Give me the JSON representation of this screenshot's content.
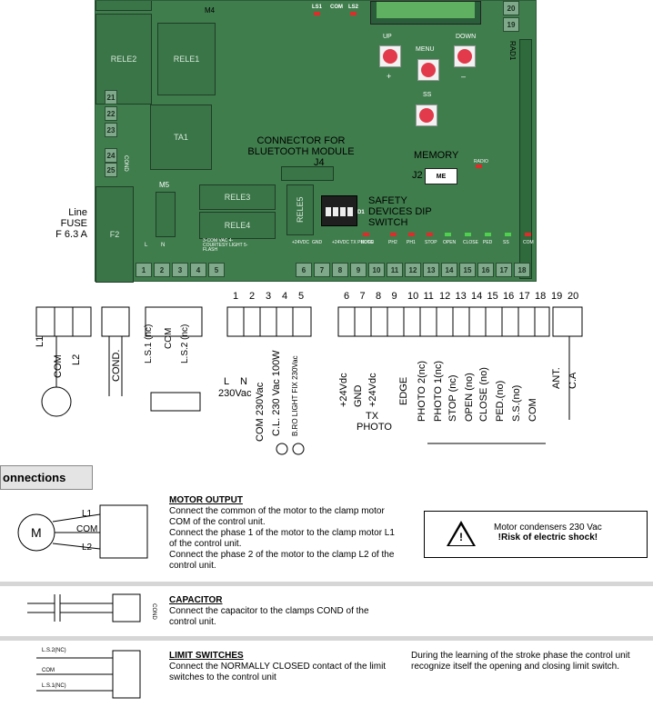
{
  "board": {
    "m4": "M4",
    "rele2": "RELE2",
    "rele1": "RELE1",
    "ta1": "TA1",
    "m5": "M5",
    "rele3": "RELE3",
    "rele4": "RELE4",
    "rele5": "RELE5",
    "f2": "F2",
    "cond": "COND",
    "rad1": "RAD1",
    "ls1": "LS1",
    "com": "COM",
    "ls2": "LS2",
    "up": "UP",
    "menu": "MENU",
    "down": "DOWN",
    "plus": "+",
    "minus": "–",
    "ss": "SS",
    "radio": "RADIO",
    "memory": "MEMORY",
    "j2": "J2",
    "me": "ME",
    "j4": "J4",
    "connector_title": "CONNECTOR FOR BLUETOOTH MODULE",
    "safety": "SAFETY DEVICES DIP SWITCH",
    "d1": "D1",
    "line_fuse": "Line FUSE F 6.3 A",
    "l": "L",
    "n": "N",
    "light_info": "3-COM VAC 4-COURTESY LIGHT 5-FLASH",
    "term_labels": [
      "+24VDC",
      "GND",
      "+24VDC TX PHOTO",
      "EDGE",
      "PH2",
      "PH1",
      "STOP",
      "OPEN",
      "CLOSE",
      "PED",
      "SS",
      "COM"
    ],
    "terminals_left": [
      "1",
      "2",
      "3",
      "4",
      "5"
    ],
    "terminals_right": [
      "6",
      "7",
      "8",
      "9",
      "10",
      "11",
      "12",
      "13",
      "14",
      "15",
      "16",
      "17",
      "18"
    ],
    "top_terms": [
      "20",
      "19"
    ],
    "side_terms": [
      "21",
      "22",
      "23",
      "24",
      "25"
    ]
  },
  "wiring": {
    "numbers_a": [
      "1",
      "2",
      "3",
      "4",
      "5"
    ],
    "numbers_b": [
      "6",
      "7",
      "8",
      "9",
      "10",
      "11",
      "12",
      "13",
      "14",
      "15",
      "16",
      "17",
      "18",
      "19",
      "20"
    ],
    "motor": [
      "L1",
      "COM",
      "L2"
    ],
    "cond": "COND.",
    "ls": [
      "L.S.1 (nc)",
      "COM",
      "L.S.2 (nc)"
    ],
    "power": [
      "L",
      "N",
      "230Vac"
    ],
    "com230": "COM 230Vac",
    "cl": "C.L. 230 Vac 100W",
    "blink": "B.RO LIGHT FIX 230Vac",
    "right": [
      "+24Vdc",
      "GND",
      "+24Vdc",
      "EDGE",
      "PHOTO 2(nc)",
      "PHOTO 1(nc)",
      "STOP (nc)",
      "OPEN (no)",
      "CLOSE (no)",
      "PED.(no)",
      "S.S.(no)",
      "COM",
      "ANT.",
      "C.A"
    ],
    "tx": "TX",
    "photo": "PHOTO"
  },
  "section": {
    "header": "onnections",
    "motor_title": "MOTOR OUTPUT",
    "motor_text": [
      "Connect the  common of the motor to the clamp motor COM of the control unit.",
      "Connect the  phase 1 of the motor to the clamp motor L1 of the control unit.",
      "Connect the  phase 2 of the motor to the clamp L2 of the control unit."
    ],
    "motor_labels": [
      "L1",
      "COM",
      "L2",
      "M"
    ],
    "warning": [
      "Motor condensers 230 Vac",
      "!Risk of electric shock!"
    ],
    "cap_title": "CAPACITOR",
    "cap_text": "Connect the capacitor to the clamps COND  of the control unit.",
    "cap_label": "COND",
    "ls_title": "LIMIT SWITCHES",
    "ls_text": "Connect the NORMALLY CLOSED contact of the limit switches to the control unit",
    "ls_labels": [
      "L.S.2(NC)",
      "COM",
      "L.S.1(NC)"
    ],
    "ls_note": "During the learning of the stroke phase the control unit recognize itself the opening and closing limit switch."
  }
}
